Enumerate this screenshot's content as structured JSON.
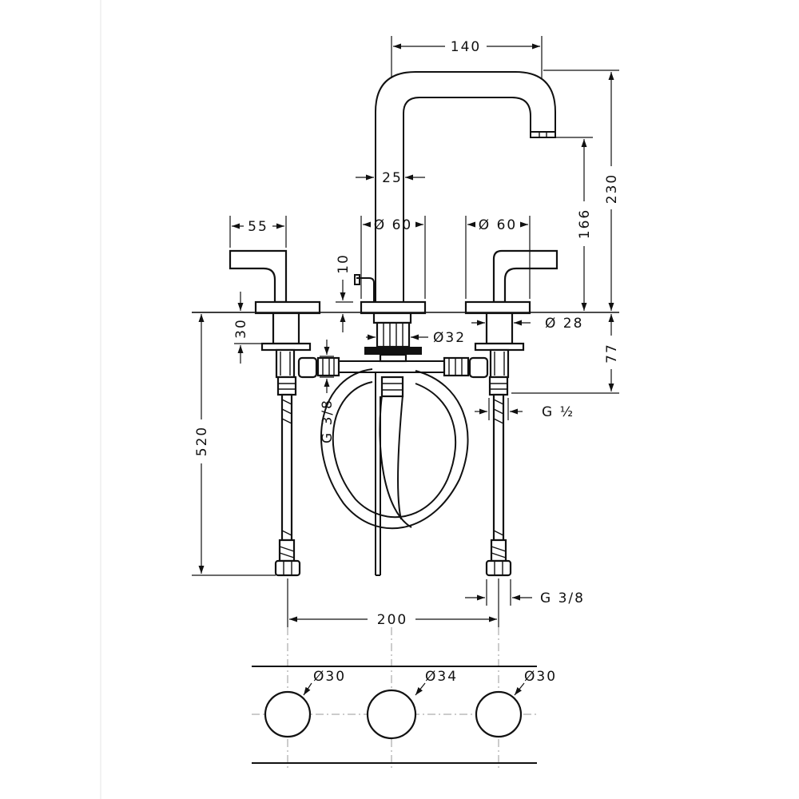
{
  "dimensions": {
    "spout_reach": "140",
    "spout_height": "230",
    "outlet_height": "166",
    "spout_width": "25",
    "handle_length": "55",
    "spout_base_dia": "Ø 60",
    "handle_base_dia": "Ø 60",
    "spout_flange": "10",
    "valve_body": "30",
    "shank_dia_center": "Ø32",
    "shank_dia_side": "Ø 28",
    "deck_thickness": "77",
    "hose_thread": "G 3/8",
    "valve_thread": "G ½",
    "hose_end_thread": "G 3/8",
    "total_length": "520",
    "spread": "200",
    "hole_left": "Ø30",
    "hole_center": "Ø34",
    "hole_right": "Ø30"
  }
}
